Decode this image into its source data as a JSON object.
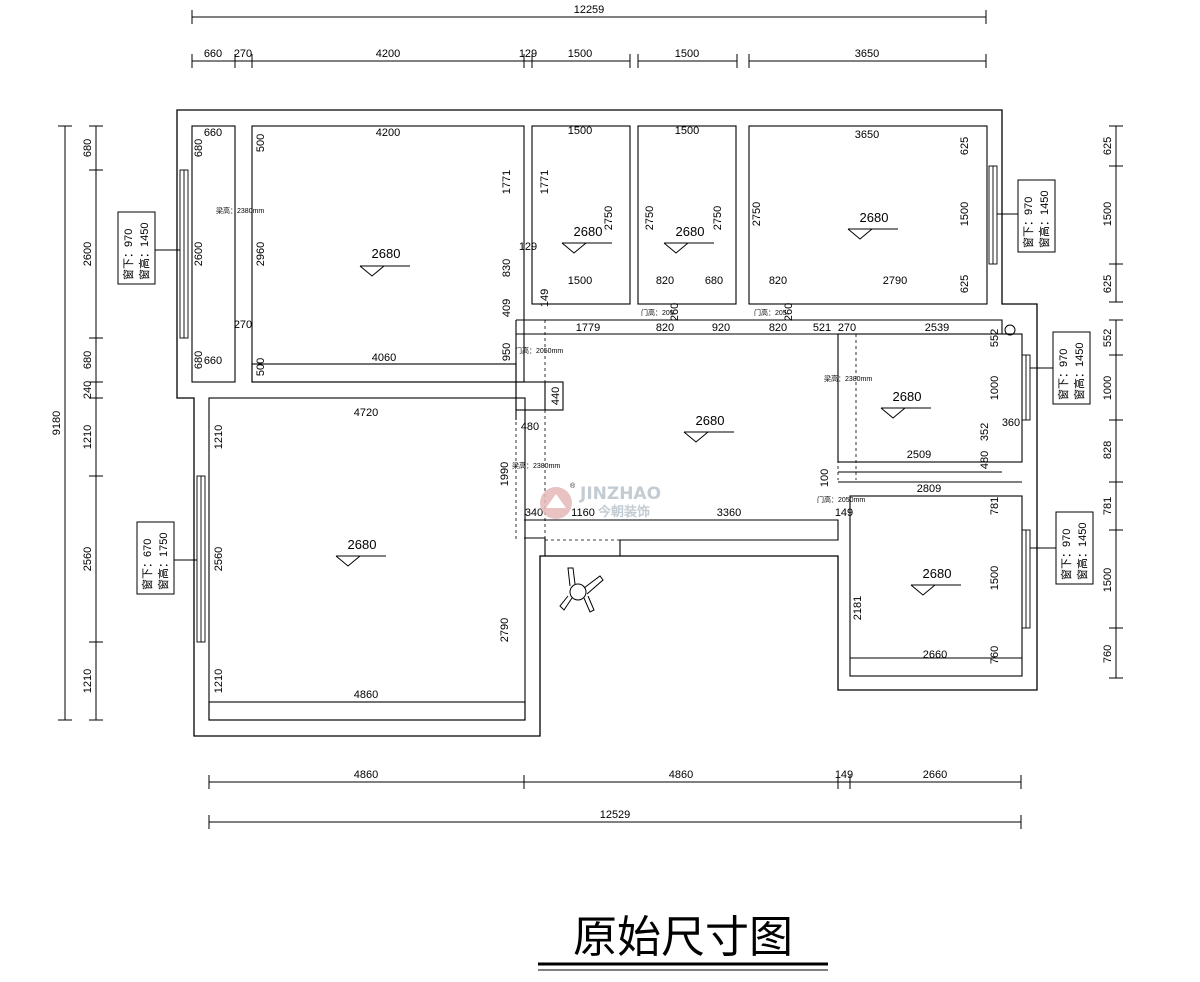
{
  "title": "原始尺寸图",
  "watermark": {
    "brand": "JINZHAO",
    "cn": "今朝装饰",
    "reg": "®"
  },
  "overall": {
    "top_total": "12259",
    "bottom_total": "12529",
    "left_total": "9180"
  },
  "top_dims": [
    "660",
    "270",
    "4200",
    "129",
    "1500",
    "1500",
    "3650"
  ],
  "bottom_dims": [
    "4860",
    "4860",
    "149",
    "2660"
  ],
  "left_dims": [
    "680",
    "2600",
    "680",
    "240",
    "1210",
    "2560",
    "1210"
  ],
  "right_dims": [
    "625",
    "1500",
    "625",
    "552",
    "1000",
    "828",
    "781",
    "1500",
    "760"
  ],
  "room_labels": [
    "2680",
    "2680",
    "2680",
    "2680",
    "2680",
    "2680",
    "2680",
    "2680"
  ],
  "inner_dims": {
    "r1": [
      "660",
      "680",
      "2600",
      "680",
      "660",
      "270",
      "500",
      "2960",
      "500",
      "270",
      "4200",
      "4060",
      "1771",
      "830",
      "409",
      "950"
    ],
    "r2": [
      "1500",
      "1771",
      "2750",
      "129",
      "1500",
      "149",
      "1779"
    ],
    "r3": [
      "1500",
      "2750",
      "2750",
      "820",
      "680",
      "260",
      "820",
      "920"
    ],
    "r4": [
      "3650",
      "625",
      "1500",
      "625",
      "2750",
      "820",
      "2790",
      "260",
      "820",
      "521",
      "270",
      "2539",
      "552"
    ],
    "living": [
      "440",
      "480",
      "1990",
      "340",
      "1160",
      "3360",
      "149"
    ],
    "r5": [
      "4720",
      "1210",
      "2560",
      "1210",
      "2790",
      "4860"
    ],
    "r6": [
      "1000",
      "352",
      "360",
      "480",
      "2509",
      "100",
      "2809"
    ],
    "r7": [
      "781",
      "1500",
      "760",
      "2181",
      "2660"
    ]
  },
  "notes": {
    "beam_2380": "梁高：2380mm",
    "door_2050": "门高：2050mm",
    "door_205": "门高：205"
  },
  "windows": [
    {
      "line1": "窗下：970",
      "line2": "窗高：1450"
    },
    {
      "line1": "窗下：670",
      "line2": "窗高：1750"
    },
    {
      "line1": "窗下：970",
      "line2": "窗高：1450"
    },
    {
      "line1": "窗下：970",
      "line2": "窗高：1450"
    },
    {
      "line1": "窗下：970",
      "line2": "窗高：1450"
    }
  ]
}
